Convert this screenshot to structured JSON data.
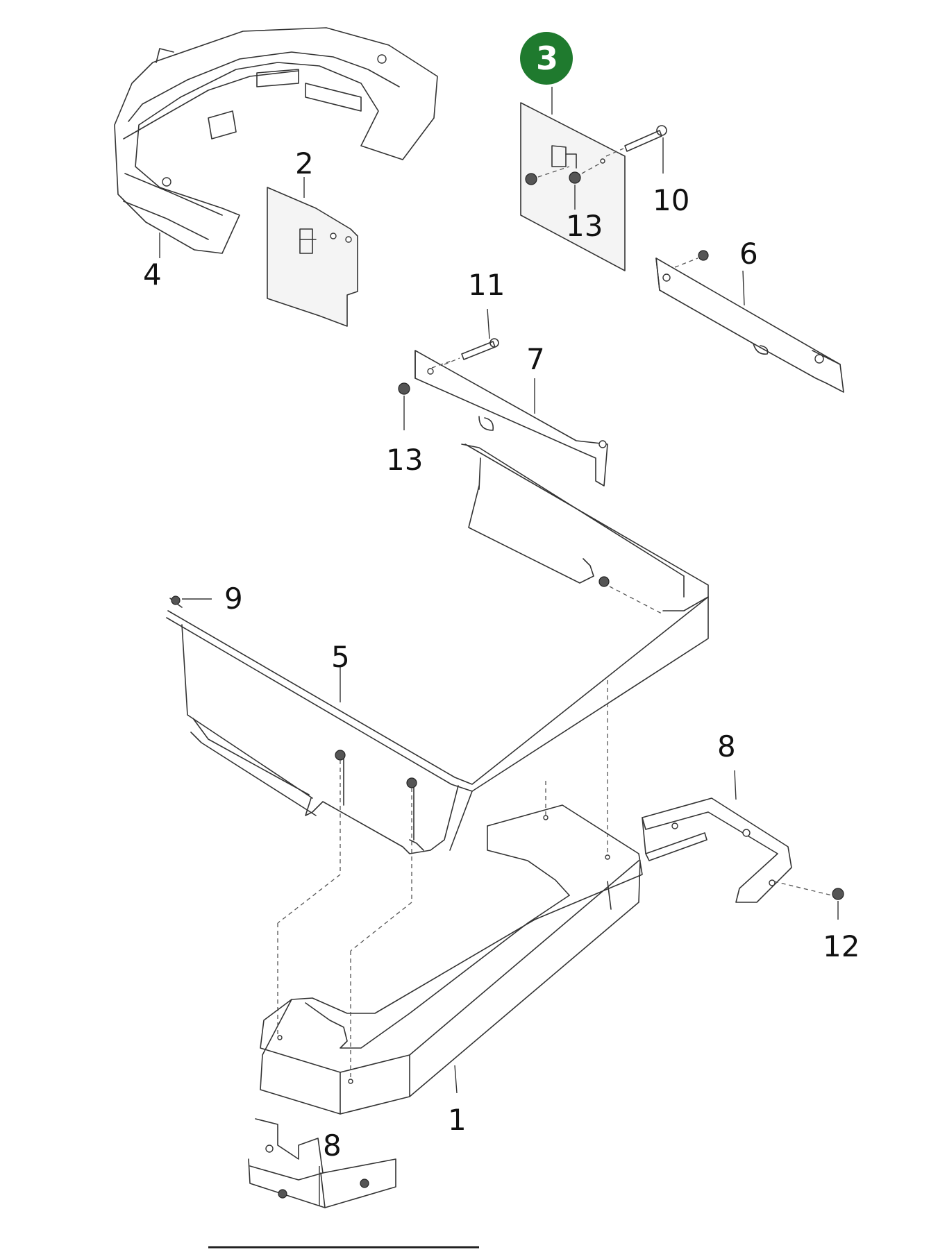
{
  "colors": {
    "badge": "#1f7a2e",
    "line": "#333333"
  },
  "badge": {
    "text": "3"
  },
  "labels": {
    "p1": "1",
    "p2": "2",
    "p4": "4",
    "p5": "5",
    "p6": "6",
    "p7": "7",
    "p8a": "8",
    "p8b": "8",
    "p9": "9",
    "p10": "10",
    "p11": "11",
    "p12": "12",
    "p13a": "13",
    "p13b": "13"
  }
}
